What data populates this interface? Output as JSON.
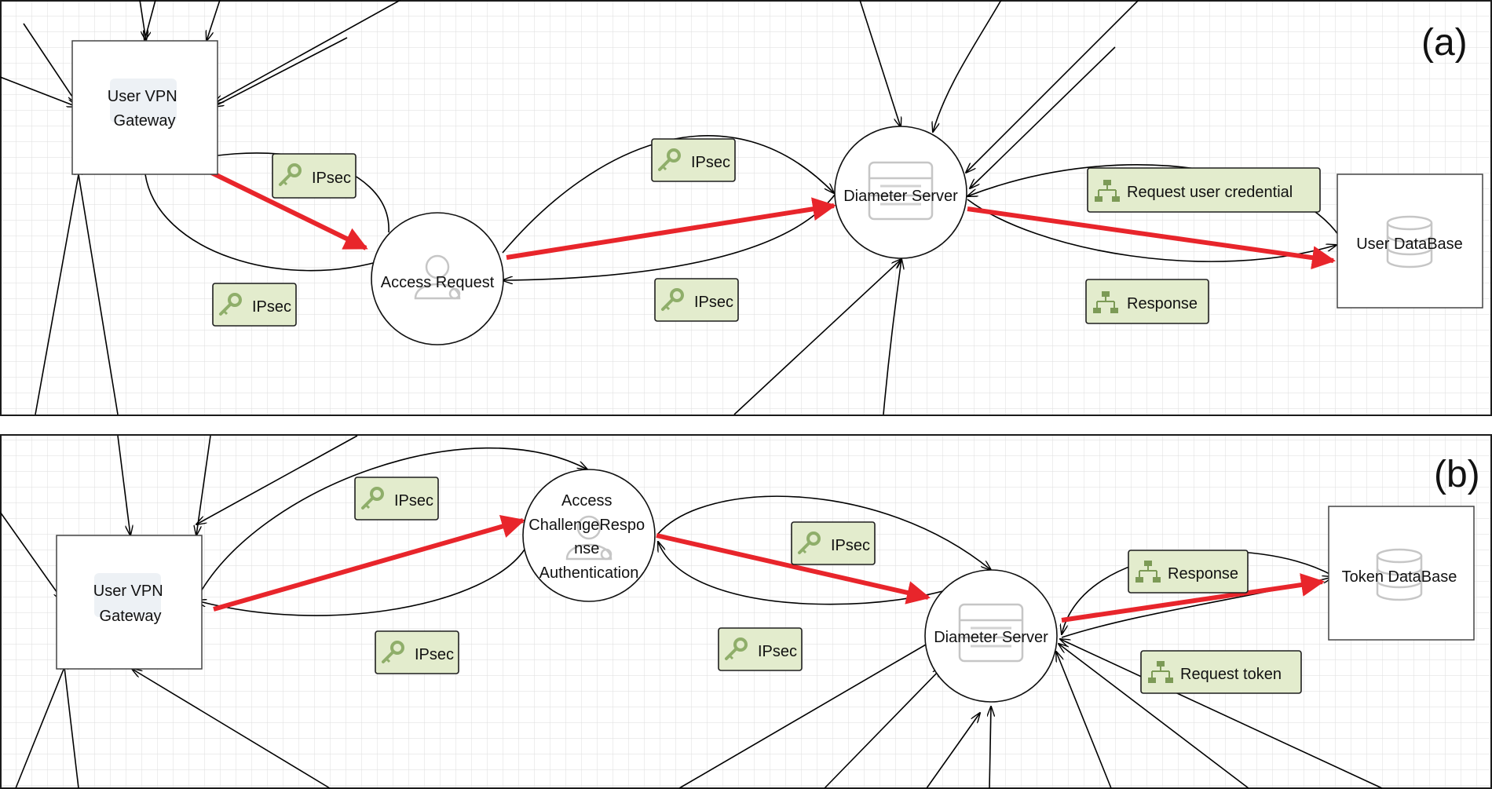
{
  "colors": {
    "flow_arrow": "#e8252b",
    "chip_fill": "#e3eccd",
    "grid": "#e2e2e2"
  },
  "panels": [
    {
      "tag": "(a)",
      "nodes": {
        "gateway": "User VPN\nGateway",
        "access": "Access Request",
        "diameter": "Diameter Server",
        "database": "User DataBase"
      },
      "chips": [
        {
          "label": "IPsec",
          "icon": "key-icon"
        },
        {
          "label": "IPsec",
          "icon": "key-icon"
        },
        {
          "label": "IPsec",
          "icon": "key-icon"
        },
        {
          "label": "IPsec",
          "icon": "key-icon"
        },
        {
          "label": "Request user credential",
          "icon": "hierarchy-icon"
        },
        {
          "label": "Response",
          "icon": "hierarchy-icon"
        }
      ]
    },
    {
      "tag": "(b)",
      "nodes": {
        "gateway": "User VPN\nGateway",
        "access": "Access\nChallengeRespo\nnse\nAuthentication",
        "diameter": "Diameter Server",
        "database": "Token DataBase"
      },
      "chips": [
        {
          "label": "IPsec",
          "icon": "key-icon"
        },
        {
          "label": "IPsec",
          "icon": "key-icon"
        },
        {
          "label": "IPsec",
          "icon": "key-icon"
        },
        {
          "label": "IPsec",
          "icon": "key-icon"
        },
        {
          "label": "Response",
          "icon": "hierarchy-icon"
        },
        {
          "label": "Request token",
          "icon": "hierarchy-icon"
        }
      ]
    }
  ]
}
